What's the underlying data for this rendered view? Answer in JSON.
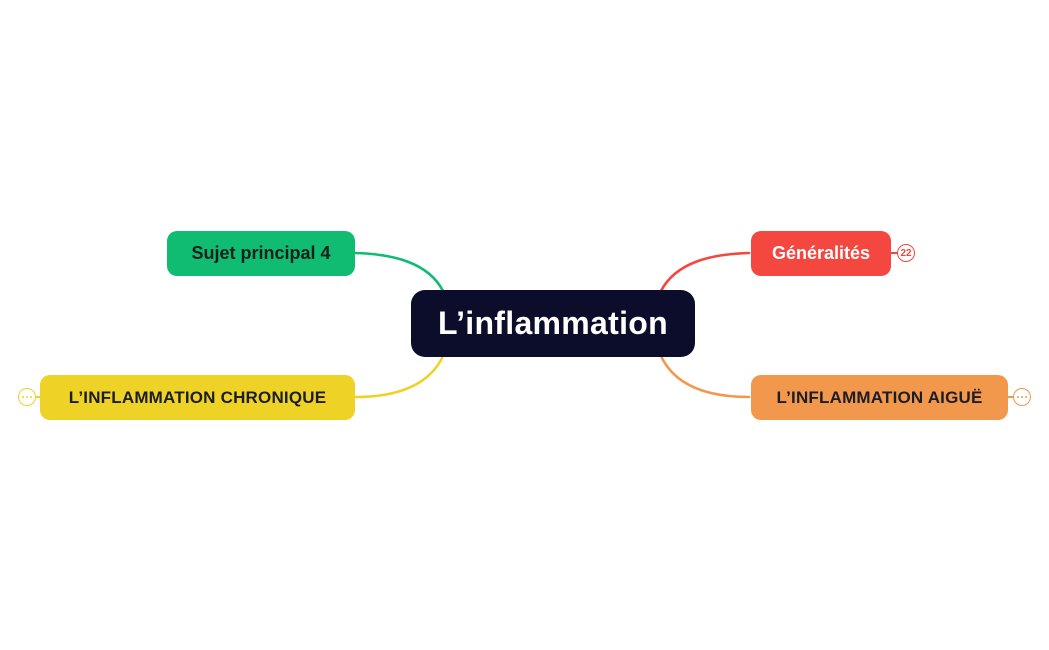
{
  "canvas": {
    "background_color": "#ffffff"
  },
  "mindmap": {
    "root": {
      "label": "L’inflammation",
      "color": "#0b0d2a",
      "text_color": "#ffffff"
    },
    "branches": [
      {
        "label": "Sujet principal 4",
        "side": "top-left",
        "color": "#10bc72",
        "text_color": "#14201b"
      },
      {
        "label": "Généralités",
        "side": "top-right",
        "color": "#f34740",
        "text_color": "#ffffff",
        "badge": {
          "type": "child-count",
          "value": "22"
        }
      },
      {
        "label": "L’INFLAMMATION CHRONIQUE",
        "side": "bottom-left",
        "color": "#efd226",
        "text_color": "#1c1d27",
        "badge": {
          "type": "collapsed-more"
        }
      },
      {
        "label": "L’INFLAMMATION AIGUË",
        "side": "bottom-right",
        "color": "#f1984c",
        "text_color": "#1c1d27",
        "badge": {
          "type": "collapsed-more"
        }
      }
    ]
  }
}
